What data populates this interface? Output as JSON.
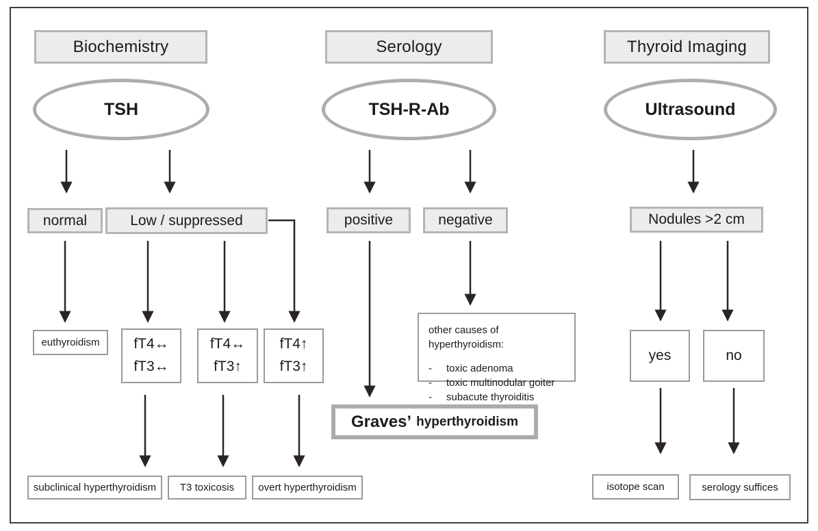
{
  "biochemistry": {
    "header": "Biochemistry",
    "test": "TSH",
    "result_normal": "normal",
    "result_low": "Low / suppressed",
    "euthyroidism": "euthyroidism",
    "ft_boxes": [
      {
        "line1": "fT4↔",
        "line2": "fT3↔"
      },
      {
        "line1": "fT4↔",
        "line2": "fT3↑"
      },
      {
        "line1": "fT4↑",
        "line2": "fT3↑"
      }
    ],
    "outcomes": [
      "subclinical hyperthyroidism",
      "T3 toxicosis",
      "overt hyperthyroidism"
    ]
  },
  "serology": {
    "header": "Serology",
    "test": "TSH-R-Ab",
    "result_positive": "positive",
    "result_negative": "negative",
    "other_causes": {
      "title": "other causes of hyperthyroidism:",
      "items": [
        "toxic adenoma",
        "toxic multinodular goiter",
        "subacute thyroiditis"
      ]
    },
    "diagnosis_main": "Graves’",
    "diagnosis_rest": "hyperthyroidism"
  },
  "imaging": {
    "header": "Thyroid Imaging",
    "test": "Ultrasound",
    "criterion": "Nodules >2 cm",
    "answer_yes": "yes",
    "answer_no": "no",
    "outcome_yes": "isotope scan",
    "outcome_no": "serology suffices"
  },
  "colors": {
    "box_fill": "#ececec",
    "box_border": "#b4b4b4",
    "arrow": "#2b2424",
    "frame": "#3d3d3d"
  }
}
